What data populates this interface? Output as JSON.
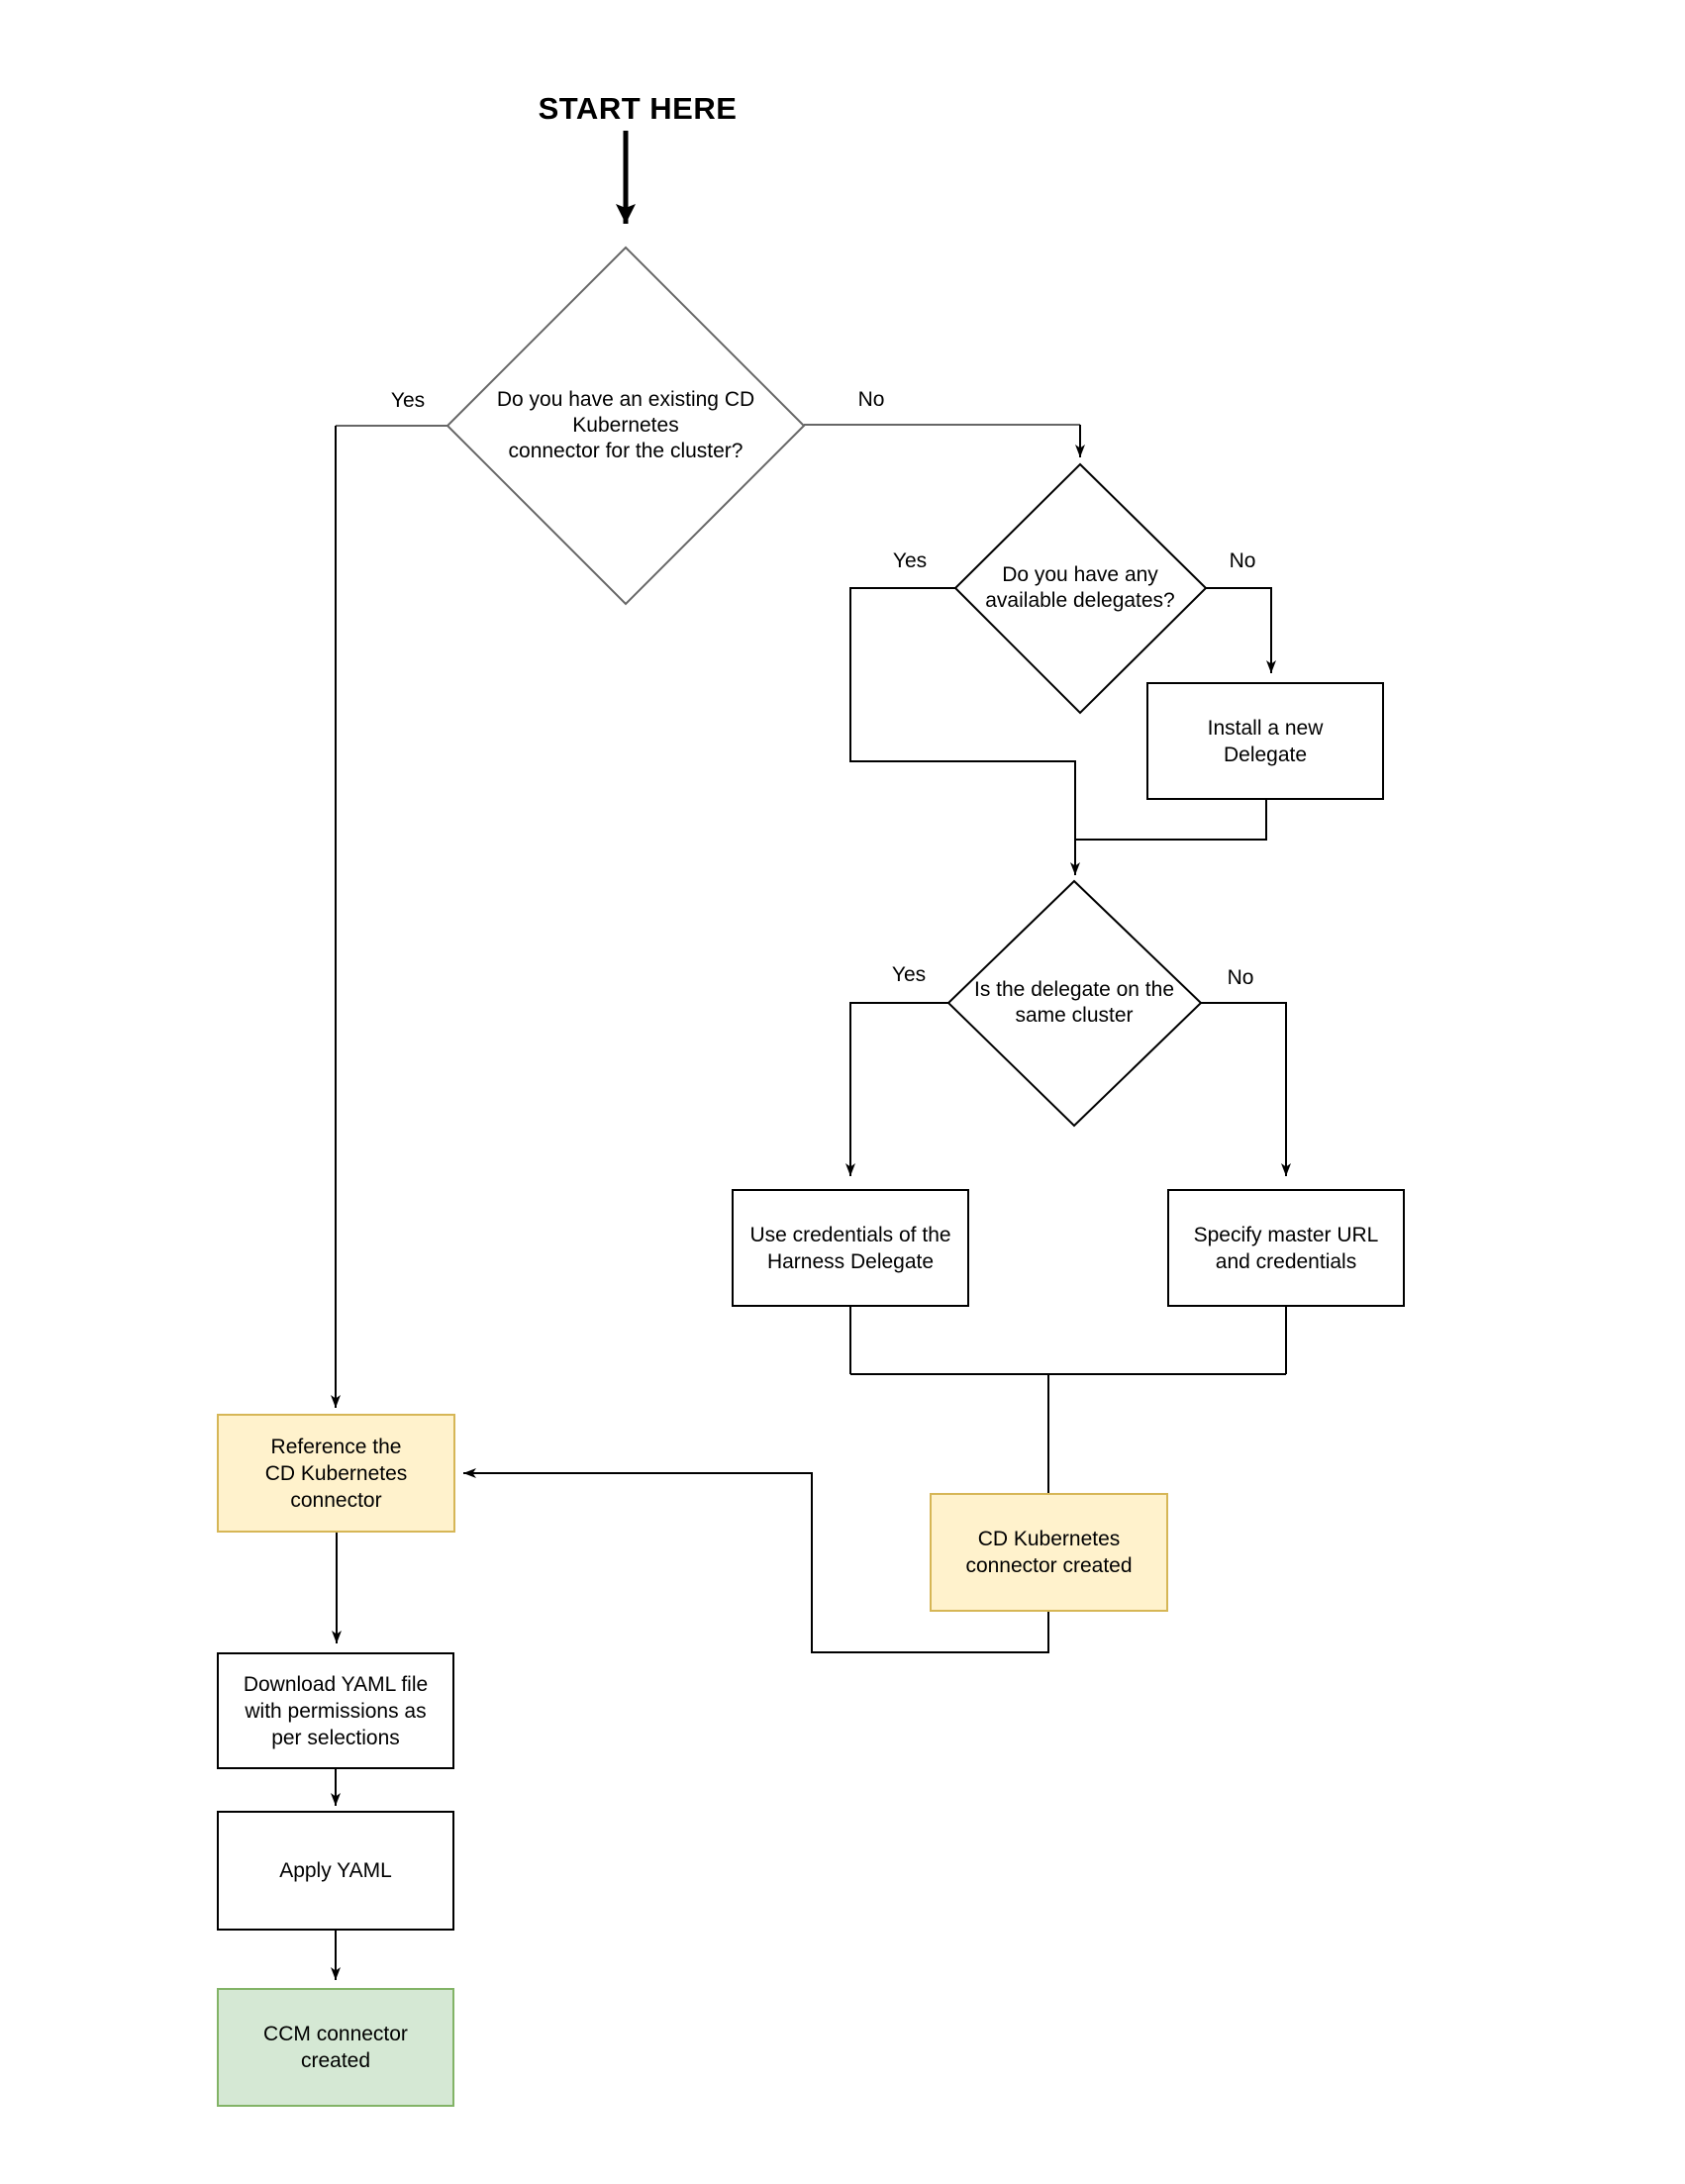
{
  "title": "START HERE",
  "colors": {
    "line_color": "#000000",
    "gray_line_color": "#666666",
    "highlight_fill": "#fff2cc",
    "highlight_border": "#d6b656",
    "success_fill": "#d5e8d4",
    "success_border": "#82b366"
  },
  "labels": {
    "decision1_yes": "Yes",
    "decision1_no": "No",
    "decision2_yes": "Yes",
    "decision2_no": "No",
    "decision3_yes": "Yes",
    "decision3_no": "No"
  },
  "nodes": {
    "decision_existing_connector": {
      "lines": [
        "Do you have an existing CD",
        "Kubernetes",
        "connector for the cluster?"
      ]
    },
    "decision_available_delegates": {
      "lines": [
        "Do you have any",
        "available delegates?"
      ]
    },
    "decision_same_cluster": {
      "lines": [
        "Is the delegate on the",
        "same cluster"
      ]
    },
    "install_delegate": {
      "lines": [
        "Install a new",
        "Delegate"
      ]
    },
    "use_credentials": {
      "lines": [
        "Use credentials of the",
        "Harness Delegate"
      ]
    },
    "specify_master_url": {
      "lines": [
        "Specify master URL",
        "and credentials"
      ]
    },
    "reference_connector": {
      "lines": [
        "Reference the",
        "CD Kubernetes",
        "connector"
      ]
    },
    "cd_connector_created": {
      "lines": [
        "CD Kubernetes",
        "connector created"
      ]
    },
    "download_yaml": {
      "lines": [
        "Download YAML file",
        "with permissions as",
        "per selections"
      ]
    },
    "apply_yaml": {
      "lines": [
        "Apply YAML"
      ]
    },
    "ccm_connector_created": {
      "lines": [
        "CCM connector",
        "created"
      ]
    }
  }
}
